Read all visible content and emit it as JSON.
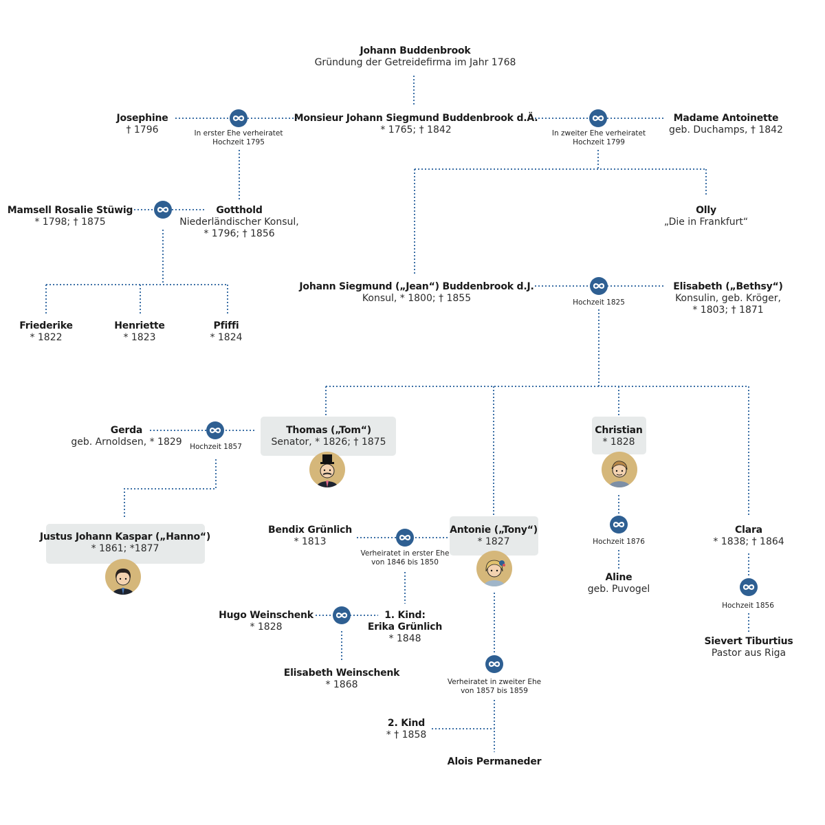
{
  "persons": {
    "johann": {
      "name": "Johann Buddenbrook",
      "info": [
        "Gründung der Getreidefirma im Jahr 1768"
      ]
    },
    "josephine": {
      "name": "Josephine",
      "info": [
        "† 1796"
      ]
    },
    "monsieur": {
      "name": "Monsieur Johann Siegmund Buddenbrook d.Ä.",
      "info": [
        "* 1765; † 1842"
      ]
    },
    "antoinette": {
      "name": "Madame Antoinette",
      "info": [
        "geb. Duchamps, † 1842"
      ]
    },
    "rosalie": {
      "name": "Mamsell Rosalie Stüwig",
      "info": [
        "* 1798; † 1875"
      ]
    },
    "gotthold": {
      "name": "Gotthold",
      "info": [
        "Niederländischer Konsul,",
        "* 1796; † 1856"
      ]
    },
    "olly": {
      "name": "Olly",
      "info": [
        "„Die in Frankfurt“"
      ]
    },
    "jean": {
      "name": "Johann Siegmund („Jean“) Buddenbrook d.J.",
      "info": [
        "Konsul, * 1800; † 1855"
      ]
    },
    "bethsy": {
      "name": "Elisabeth („Bethsy“)",
      "info": [
        "Konsulin, geb. Kröger,",
        "* 1803; † 1871"
      ]
    },
    "friederike": {
      "name": "Friederike",
      "info": [
        "* 1822"
      ]
    },
    "henriette": {
      "name": "Henriette",
      "info": [
        "* 1823"
      ]
    },
    "pfiffi": {
      "name": "Pfiffi",
      "info": [
        "* 1824"
      ]
    },
    "gerda": {
      "name": "Gerda",
      "info": [
        "geb. Arnoldsen, * 1829"
      ]
    },
    "thomas": {
      "name": "Thomas („Tom“)",
      "info": [
        "Senator, * 1826; † 1875"
      ]
    },
    "christian": {
      "name": "Christian",
      "info": [
        "* 1828"
      ]
    },
    "hanno": {
      "name": "Justus Johann Kaspar („Hanno“)",
      "info": [
        "* 1861; *1877"
      ]
    },
    "bendix": {
      "name": "Bendix Grünlich",
      "info": [
        "* 1813"
      ]
    },
    "tony": {
      "name": "Antonie („Tony“)",
      "info": [
        "* 1827"
      ]
    },
    "clara": {
      "name": "Clara",
      "info": [
        "* 1838; † 1864"
      ]
    },
    "aline": {
      "name": "Aline",
      "info": [
        "geb. Puvogel"
      ]
    },
    "hugo": {
      "name": "Hugo Weinschenk",
      "info": [
        "* 1828"
      ]
    },
    "erika": {
      "name": "1. Kind:",
      "info": [
        "Erika Grünlich",
        "* 1848"
      ]
    },
    "elisabeth_w": {
      "name": "Elisabeth Weinschenk",
      "info": [
        "* 1868"
      ]
    },
    "sievert": {
      "name": "Sievert Tiburtius",
      "info": [
        "Pastor aus Riga"
      ]
    },
    "kind2": {
      "name": "2. Kind",
      "info": [
        "* † 1858"
      ]
    },
    "alois": {
      "name": "Alois Permaneder",
      "info": []
    }
  },
  "marriages": {
    "m_josephine": [
      "In erster Ehe verheiratet",
      "Hochzeit 1795"
    ],
    "m_antoinette": [
      "In zweiter Ehe verheiratet",
      "Hochzeit 1799"
    ],
    "m_rosalie": [],
    "m_jean": [
      "Hochzeit 1825"
    ],
    "m_gerda": [
      "Hochzeit 1857"
    ],
    "m_grunlich": [
      "Verheiratet in erster Ehe",
      "von 1846 bis 1850"
    ],
    "m_christian": [
      "Hochzeit 1876"
    ],
    "m_clara": [
      "Hochzeit 1856"
    ],
    "m_hugo": [],
    "m_permaneder": [
      "Verheiratet in zweiter Ehe",
      "von 1857 bis 1859"
    ]
  },
  "avatars": {
    "thomas": "top-hat-portrait",
    "christian": "christian-portrait",
    "hanno": "hanno-portrait",
    "tony": "tony-portrait"
  },
  "colors": {
    "line": "#3a6ea5",
    "ring": "#2e5f92",
    "highlight_box": "#e7eaea",
    "avatar_bg": "#d5b77a"
  }
}
